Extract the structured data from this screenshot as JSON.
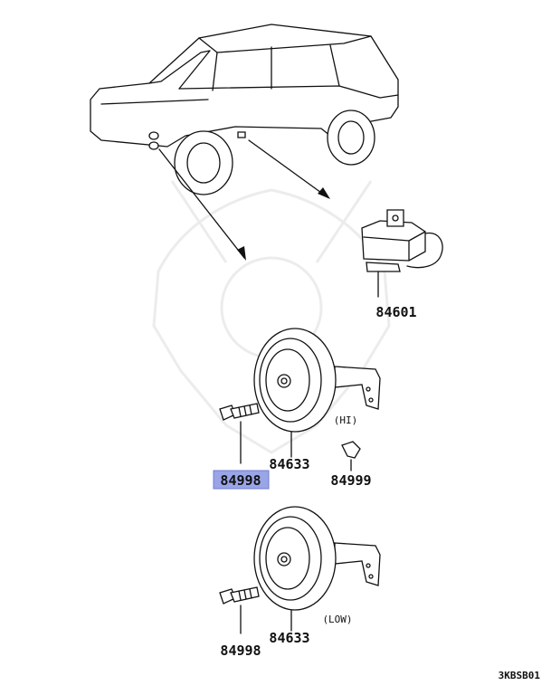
{
  "parts": {
    "relay": "84601",
    "horn_hi": "84633",
    "horn_low": "84633",
    "bolt_top": "84998",
    "bolt_bottom": "84998",
    "clip": "84999"
  },
  "annotations": {
    "hi": "(HI)",
    "low": "(LOW)"
  },
  "diagram_code": "3KBSB01",
  "highlight": {
    "part": "84998",
    "color": "#9aa5e8"
  }
}
